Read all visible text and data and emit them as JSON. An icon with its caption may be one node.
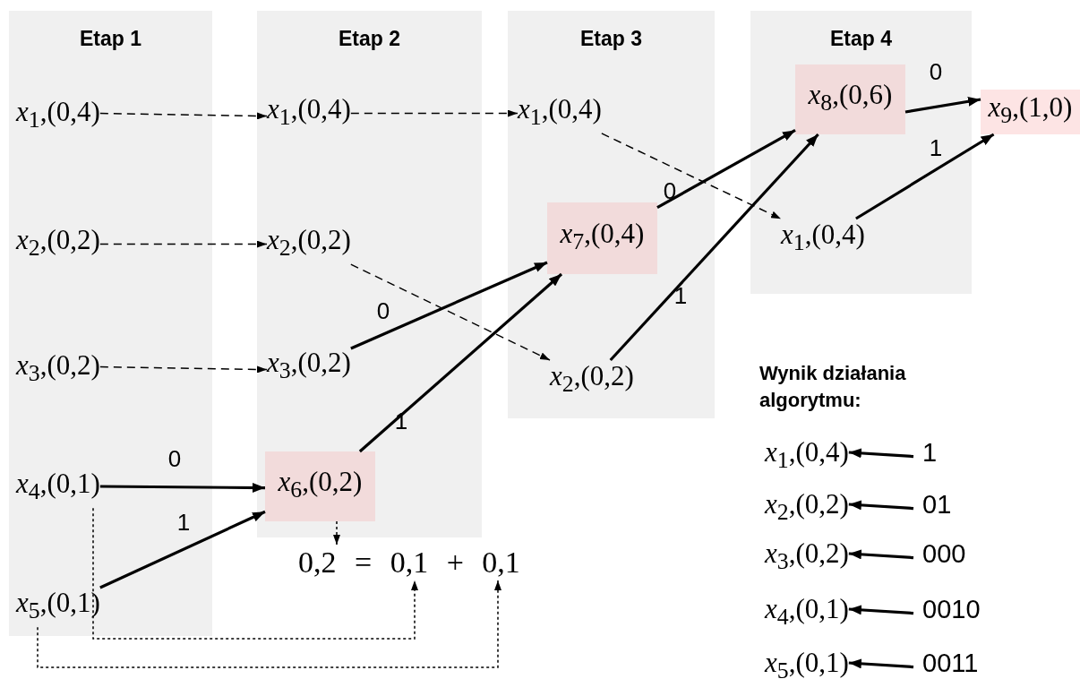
{
  "diagram": {
    "nodes": [
      {
        "text": [
          "Etap 1"
        ]
      },
      {
        "text": [
          "*x*$_{1}$,(0,4)"
        ],
        "in": 0
      },
      {
        "text": [
          "*x*$_{2}$,(0,2)"
        ],
        "in": 0
      },
      {
        "text": [
          "*x*$_{3}$,(0,2)"
        ],
        "in": 0
      },
      {
        "text": [
          "*x*$_{4}$,(0,1)"
        ],
        "in": 0
      },
      {
        "text": [
          "*x*$_{5}$,(0,1)"
        ],
        "in": 0
      },
      {
        "text": [
          "Etap 2"
        ]
      },
      {
        "text": [
          "*x*$_{1}$,(0,4)"
        ],
        "in": 6
      },
      {
        "text": [
          "*x*$_{2}$,(0,2)"
        ],
        "in": 6
      },
      {
        "text": [
          "*x*$_{3}$,(0,2)"
        ],
        "in": 6
      },
      {
        "text": [
          "*x*$_{6}$,(0,2)"
        ],
        "in": 6
      },
      {
        "text": [
          "Etap 3"
        ]
      },
      {
        "text": [
          "*x*$_{1}$,(0,4)"
        ],
        "in": 11
      },
      {
        "text": [
          "*x*$_{7}$,(0,4)"
        ],
        "in": 11
      },
      {
        "text": [
          "*x*$_{2}$,(0,2)"
        ],
        "in": 11
      },
      {
        "text": [
          "Etap 4"
        ]
      },
      {
        "text": [
          "*x*$_{8}$,(0,6)"
        ],
        "in": 15
      },
      {
        "text": [
          "*x*$_{1}$,(0,4)"
        ],
        "in": 15
      },
      {
        "text": [
          "*x*$_{9}$,(1,0)"
        ]
      },
      {
        "text": [
          "0,2 = 0,1 + 0,1"
        ]
      },
      {
        "text": [
          "*x*$_{1}$,(0,4)"
        ]
      },
      {
        "text": [
          "1"
        ]
      },
      {
        "text": [
          "*x*$_{2}$,(0,2)"
        ]
      },
      {
        "text": [
          "01"
        ]
      },
      {
        "text": [
          "*x*$_{3}$,(0,2)"
        ]
      },
      {
        "text": [
          "000"
        ]
      },
      {
        "text": [
          "*x*$_{4}$,(0,1)"
        ]
      },
      {
        "text": [
          "0010"
        ]
      },
      {
        "text": [
          "*x*$_{5}$,(0,1)"
        ]
      },
      {
        "text": [
          "0011"
        ]
      }
    ],
    "edges": [
      {
        "from": 1,
        "to": 7,
        "arrow": "to",
        "style": "dashed"
      },
      {
        "from": 2,
        "to": 8,
        "arrow": "to",
        "style": "dashed"
      },
      {
        "from": 3,
        "to": 9,
        "arrow": "to",
        "style": "dashed"
      },
      {
        "from": 4,
        "to": 10,
        "arrow": "to",
        "label": "0"
      },
      {
        "from": 5,
        "to": 10,
        "arrow": "to",
        "label": "1"
      },
      {
        "from": 7,
        "to": 12,
        "arrow": "to",
        "style": "dashed"
      },
      {
        "from": 8,
        "to": 14,
        "arrow": "to",
        "style": "dashed"
      },
      {
        "from": 9,
        "to": 13,
        "arrow": "to",
        "label": "0"
      },
      {
        "from": 10,
        "to": 13,
        "arrow": "to",
        "label": "1"
      },
      {
        "from": 12,
        "to": 17,
        "arrow": "to",
        "style": "dashed"
      },
      {
        "from": 13,
        "to": 16,
        "arrow": "to",
        "label": "0"
      },
      {
        "from": 14,
        "to": 16,
        "arrow": "to",
        "label": "1"
      },
      {
        "from": 16,
        "to": 18,
        "arrow": "to",
        "label": "0"
      },
      {
        "from": 17,
        "to": 18,
        "arrow": "to",
        "label": "1"
      },
      {
        "from": 10,
        "to": 19,
        "arrow": "to",
        "style": "dashed"
      },
      {
        "from": 4,
        "to": 19,
        "arrow": "to",
        "style": "dashed"
      },
      {
        "from": 5,
        "to": 19,
        "arrow": "to",
        "style": "dashed"
      },
      {
        "from": 21,
        "to": 20,
        "arrow": "to"
      },
      {
        "from": 23,
        "to": 22,
        "arrow": "to"
      },
      {
        "from": 25,
        "to": 24,
        "arrow": "to"
      },
      {
        "from": 27,
        "to": 26,
        "arrow": "to"
      },
      {
        "from": 29,
        "to": 28,
        "arrow": "to"
      }
    ],
    "labels": [
      "Wynik działania algorytmu:"
    ]
  }
}
